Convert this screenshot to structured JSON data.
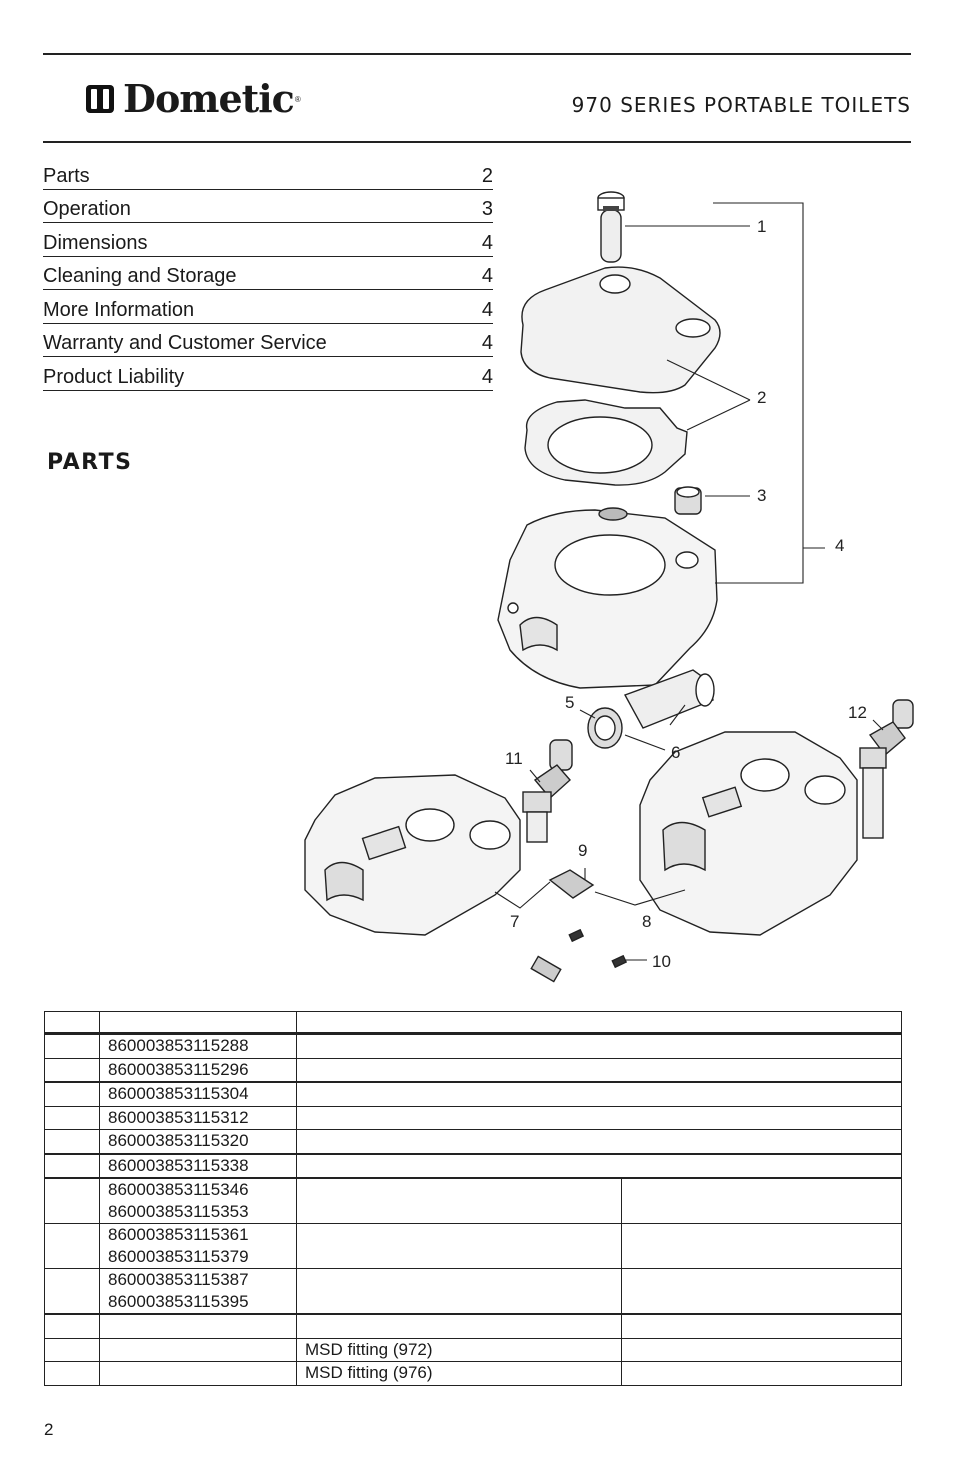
{
  "header": {
    "brand": "Dometic",
    "series_title": "970 SERIES PORTABLE TOILETS"
  },
  "toc": [
    {
      "label": "Parts",
      "page": "2"
    },
    {
      "label": "Operation",
      "page": "3"
    },
    {
      "label": "Dimensions",
      "page": "4"
    },
    {
      "label": "Cleaning and Storage",
      "page": "4"
    },
    {
      "label": "More Information",
      "page": "4"
    },
    {
      "label": "Warranty and Customer Service",
      "page": "4"
    },
    {
      "label": "Product Liability",
      "page": "4"
    }
  ],
  "section_heading": "PARTS",
  "diagram": {
    "callouts": [
      "1",
      "2",
      "3",
      "4",
      "5",
      "6",
      "7",
      "8",
      "9",
      "10",
      "11",
      "12"
    ]
  },
  "parts_table": {
    "single_rows": [
      "860003853115288",
      "860003853115296",
      "860003853115304",
      "860003853115312",
      "860003853115320",
      "860003853115338"
    ],
    "pair_rows": [
      [
        "860003853115346",
        "860003853115353"
      ],
      [
        "860003853115361",
        "860003853115379"
      ],
      [
        "860003853115387",
        "860003853115395"
      ]
    ],
    "fittings": [
      "MSD fitting (972)",
      "MSD fitting (976)"
    ]
  },
  "page_number": "2"
}
